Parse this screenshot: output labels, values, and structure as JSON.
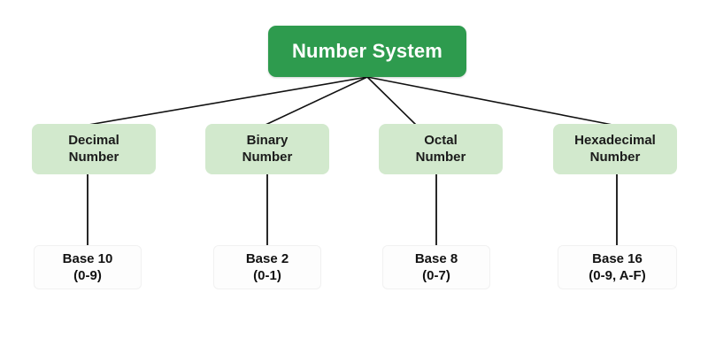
{
  "diagram": {
    "title": "Number System",
    "colors": {
      "root_fill": "#2e9b4e",
      "root_text": "#ffffff",
      "level2_fill": "#d2e9cd",
      "level2_text": "#1b1b1b",
      "level3_fill": "#fdfdfd",
      "level3_text": "#121212",
      "connector": "#111111",
      "background": "#ffffff"
    },
    "root": {
      "label": "Number System"
    },
    "branches": [
      {
        "name_line1": "Decimal",
        "name_line2": "Number",
        "base_line1": "Base 10",
        "base_line2": "(0-9)"
      },
      {
        "name_line1": "Binary",
        "name_line2": "Number",
        "base_line1": "Base 2",
        "base_line2": "(0-1)"
      },
      {
        "name_line1": "Octal",
        "name_line2": "Number",
        "base_line1": "Base 8",
        "base_line2": "(0-7)"
      },
      {
        "name_line1": "Hexadecimal",
        "name_line2": "Number",
        "base_line1": "Base 16",
        "base_line2": "(0-9, A-F)"
      }
    ]
  }
}
